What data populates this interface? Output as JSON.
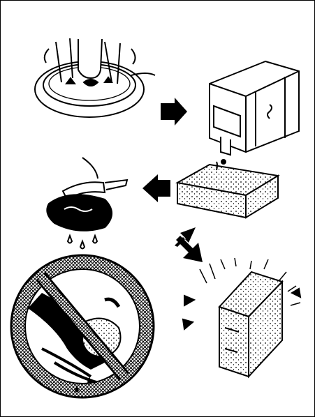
{
  "colors": {
    "ink": "#000000",
    "paper": "#ffffff",
    "hatch": "#1a1a1a"
  },
  "panels": [
    {
      "id": "hands-in-basin",
      "icon": "washing-hands-icon"
    },
    {
      "id": "soap-dispenser",
      "icon": "soap-dispenser-icon"
    },
    {
      "id": "sponge-block",
      "icon": "sponge-icon"
    },
    {
      "id": "sponge-wringing",
      "icon": "wring-sponge-icon"
    },
    {
      "id": "prohibited-scrubbing",
      "icon": "prohibition-icon"
    },
    {
      "id": "sponge-upright-drying",
      "icon": "drying-sponge-icon"
    }
  ],
  "arrows": [
    {
      "id": "arrow-to-dispenser",
      "direction": "right"
    },
    {
      "id": "arrow-to-wringing",
      "direction": "left"
    },
    {
      "id": "arrow-to-drying",
      "direction": "down-right"
    }
  ]
}
